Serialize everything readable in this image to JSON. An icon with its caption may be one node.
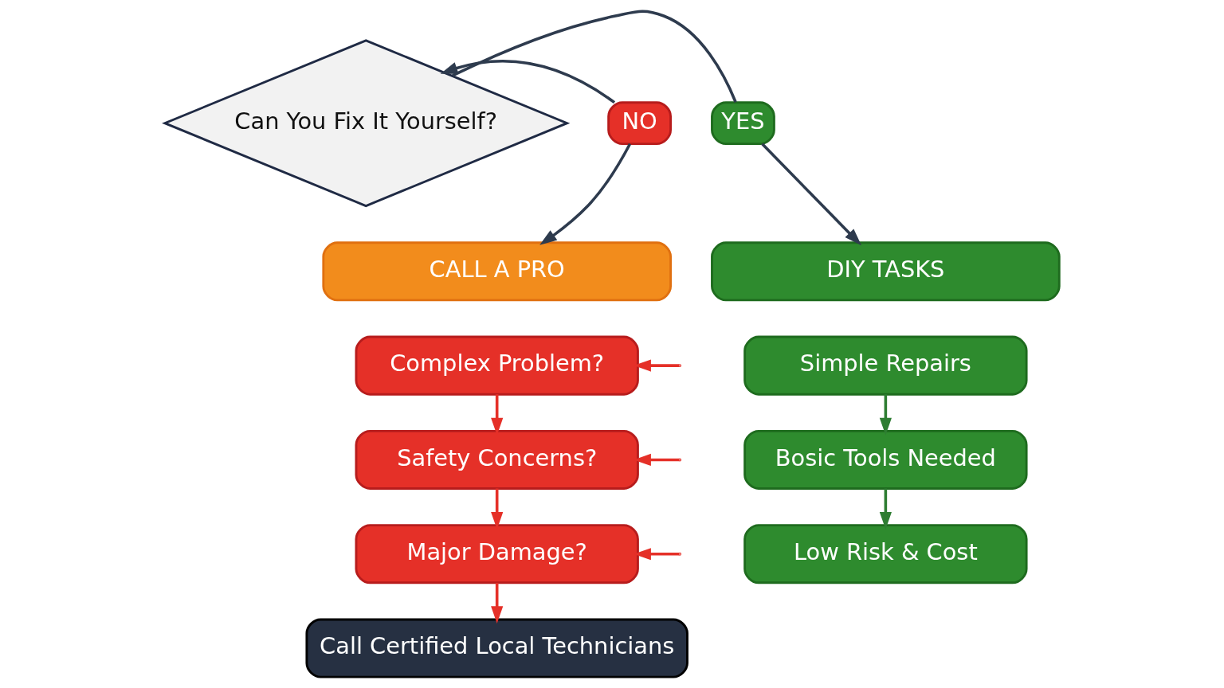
{
  "diagram": {
    "nodes": [
      {
        "text": [
          "Can You Fix It Yourself?"
        ]
      },
      {
        "text": [
          "YES"
        ]
      },
      {
        "text": [
          "NO"
        ]
      },
      {
        "text": [
          "DIY TASKS"
        ]
      },
      {
        "text": [
          "Simple Repairs"
        ]
      },
      {
        "text": [
          "Bosic Tools Needed"
        ]
      },
      {
        "text": [
          "Low Risk & Cost"
        ]
      },
      {
        "text": [
          "CALL A PRO"
        ]
      },
      {
        "text": [
          "Complex Problem?"
        ]
      },
      {
        "text": [
          "Safety Concerns?"
        ]
      },
      {
        "text": [
          "Major Damage?"
        ]
      },
      {
        "text": [
          "Call Certified Local Technicians"
        ]
      }
    ],
    "edges": [
      {
        "from": 0,
        "to": 1,
        "arrow": "none",
        "color": "#2e3b4e"
      },
      {
        "from": 1,
        "to": 3,
        "arrow": "to",
        "color": "#2e3b4e"
      },
      {
        "from": 2,
        "to": 0,
        "arrow": "to",
        "color": "#2e3b4e"
      },
      {
        "from": 2,
        "to": 7,
        "arrow": "to",
        "color": "#2e3b4e"
      },
      {
        "from": 4,
        "to": 5,
        "arrow": "to",
        "color": "#2e7d32"
      },
      {
        "from": 5,
        "to": 6,
        "arrow": "to",
        "color": "#2e7d32"
      },
      {
        "from": 8,
        "to": 9,
        "arrow": "to"
      },
      {
        "from": 9,
        "to": 10,
        "arrow": "to"
      },
      {
        "from": 10,
        "to": 11,
        "arrow": "to"
      },
      {
        "from": null,
        "to": 8,
        "arrow": "to"
      },
      {
        "from": null,
        "to": 9,
        "arrow": "to"
      },
      {
        "from": null,
        "to": 10,
        "arrow": "to"
      }
    ]
  }
}
